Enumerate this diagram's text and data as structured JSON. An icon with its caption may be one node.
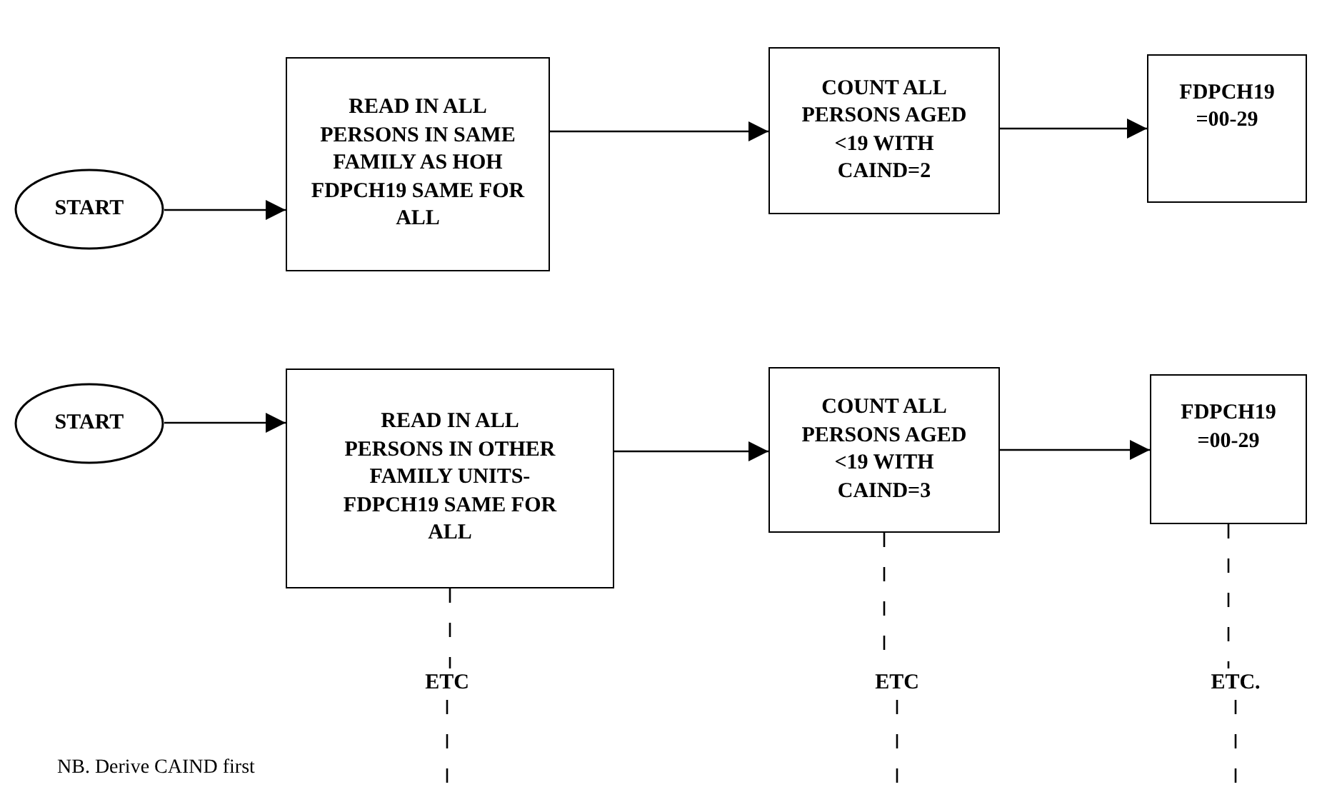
{
  "diagram": {
    "nodes": [
      {
        "text": [
          "START"
        ]
      },
      {
        "text": [
          "READ IN ALL PERSONS IN SAME FAMILY AS HOH FDPCH19 SAME FOR ALL"
        ]
      },
      {
        "text": [
          "COUNT ALL PERSONS AGED <19 WITH CAIND=2"
        ]
      },
      {
        "text": [
          "FDPCH19 =00-29"
        ]
      },
      {
        "text": [
          "START"
        ]
      },
      {
        "text": [
          "READ IN ALL PERSONS IN OTHER FAMILY UNITS- FDPCH19 SAME FOR ALL"
        ]
      },
      {
        "text": [
          "COUNT ALL PERSONS AGED <19 WITH CAIND=3"
        ]
      },
      {
        "text": [
          "FDPCH19 =00-29"
        ]
      },
      {
        "text": [
          "ETC"
        ]
      },
      {
        "text": [
          "ETC"
        ]
      },
      {
        "text": [
          "ETC."
        ]
      }
    ],
    "edges": [
      {
        "from": 0,
        "to": 1,
        "arrow": "to"
      },
      {
        "from": 1,
        "to": 2,
        "arrow": "to"
      },
      {
        "from": 2,
        "to": 3,
        "arrow": "to"
      },
      {
        "from": 4,
        "to": 5,
        "arrow": "to"
      },
      {
        "from": 5,
        "to": 6,
        "arrow": "to"
      },
      {
        "from": 6,
        "to": 7,
        "arrow": "to"
      },
      {
        "from": 5,
        "to": 8,
        "arrow": "none",
        "style": "dashed"
      },
      {
        "from": 6,
        "to": 9,
        "arrow": "none",
        "style": "dashed"
      },
      {
        "from": 7,
        "to": 10,
        "arrow": "none",
        "style": "dashed"
      },
      {
        "from": 8,
        "to": null,
        "arrow": "none",
        "style": "dashed"
      },
      {
        "from": 9,
        "to": null,
        "arrow": "none",
        "style": "dashed"
      },
      {
        "from": 10,
        "to": null,
        "arrow": "none",
        "style": "dashed"
      }
    ],
    "labels": [
      "NB. Derive CAIND first"
    ]
  }
}
